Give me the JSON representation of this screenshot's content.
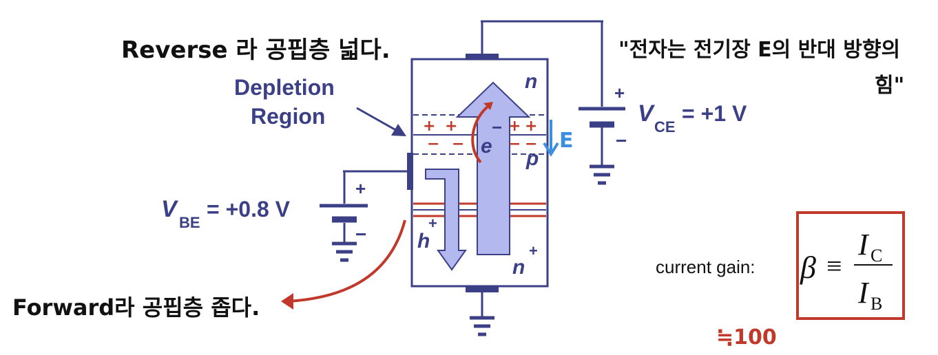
{
  "notes": {
    "reverse": "Reverse 라 공핍층 넓다.",
    "forward": "Forward라 공핍층 좁다.",
    "quote_line1": "\"전자는 전기장 E의 반대 방향의",
    "quote_line2": "힘\"",
    "approx_gain": "≒100"
  },
  "labels": {
    "depletion_line1": "Depletion",
    "depletion_line2": "Region",
    "vbe_main": "V",
    "vbe_sub": "BE",
    "vbe_value": " = +0.8 V",
    "vce_main": "V",
    "vce_sub": "CE",
    "vce_value": " = +1 V",
    "n_top": "n",
    "p_mid": "p",
    "n_bottom": "n",
    "n_bottom_sup": "+",
    "electron": "e",
    "electron_minus": "−",
    "hole": "h",
    "hole_plus": "+",
    "plus_sign": "+",
    "minus_sign": "−",
    "e_field": "E"
  },
  "formula": {
    "prefix": "current gain:",
    "beta": "β",
    "equiv": "≡",
    "numerator": "I",
    "numerator_sub": "C",
    "denominator": "I",
    "denominator_sub": "B"
  },
  "colors": {
    "device_outline": "#3b3f86",
    "arrow_fill": "#b3b8ee",
    "annotation_red": "#c0392b",
    "annotation_blue": "#3b8ee0"
  }
}
